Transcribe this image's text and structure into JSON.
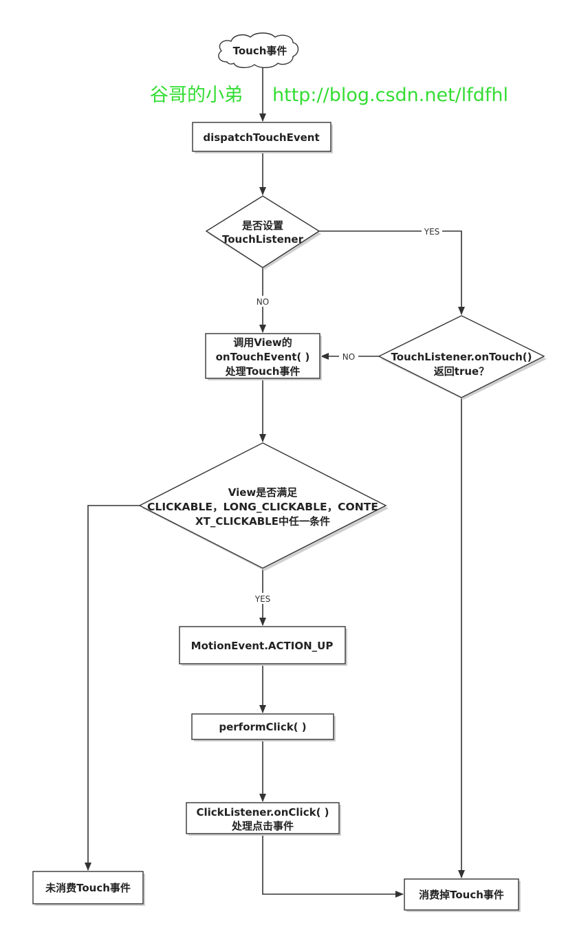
{
  "watermark": {
    "author": "谷哥的小弟",
    "url": "http://blog.csdn.net/lfdfhl",
    "color": "#33dd33"
  },
  "colors": {
    "stroke": "#333333",
    "fill": "#ffffff",
    "text": "#222222"
  },
  "nodes": {
    "start": {
      "lines": [
        "Touch事件"
      ]
    },
    "dispatch": {
      "lines": [
        "dispatchTouchEvent"
      ]
    },
    "has_listener": {
      "lines": [
        "是否设置",
        "TouchListener"
      ]
    },
    "on_touch": {
      "lines": [
        "TouchListener.onTouch()",
        "返回true？"
      ]
    },
    "view_on_touch_event": {
      "lines": [
        "调用View的",
        "onTouchEvent( )",
        "处理Touch事件"
      ]
    },
    "clickable": {
      "lines": [
        "View是否满足",
        "CLICKABLE，LONG_CLICKABLE，CONTE",
        "XT_CLICKABLE中任一条件"
      ]
    },
    "action_up": {
      "lines": [
        "MotionEvent.ACTION_UP"
      ]
    },
    "perform_click": {
      "lines": [
        "performClick( )"
      ]
    },
    "on_click": {
      "lines": [
        "ClickListener.onClick( )",
        "处理点击事件"
      ]
    },
    "not_consumed": {
      "lines": [
        "未消费Touch事件"
      ]
    },
    "consumed": {
      "lines": [
        "消费掉Touch事件"
      ]
    }
  },
  "edge_labels": {
    "yes_listener": "YES",
    "no_listener": "NO",
    "no_on_touch": "NO",
    "yes_clickable": "YES"
  }
}
